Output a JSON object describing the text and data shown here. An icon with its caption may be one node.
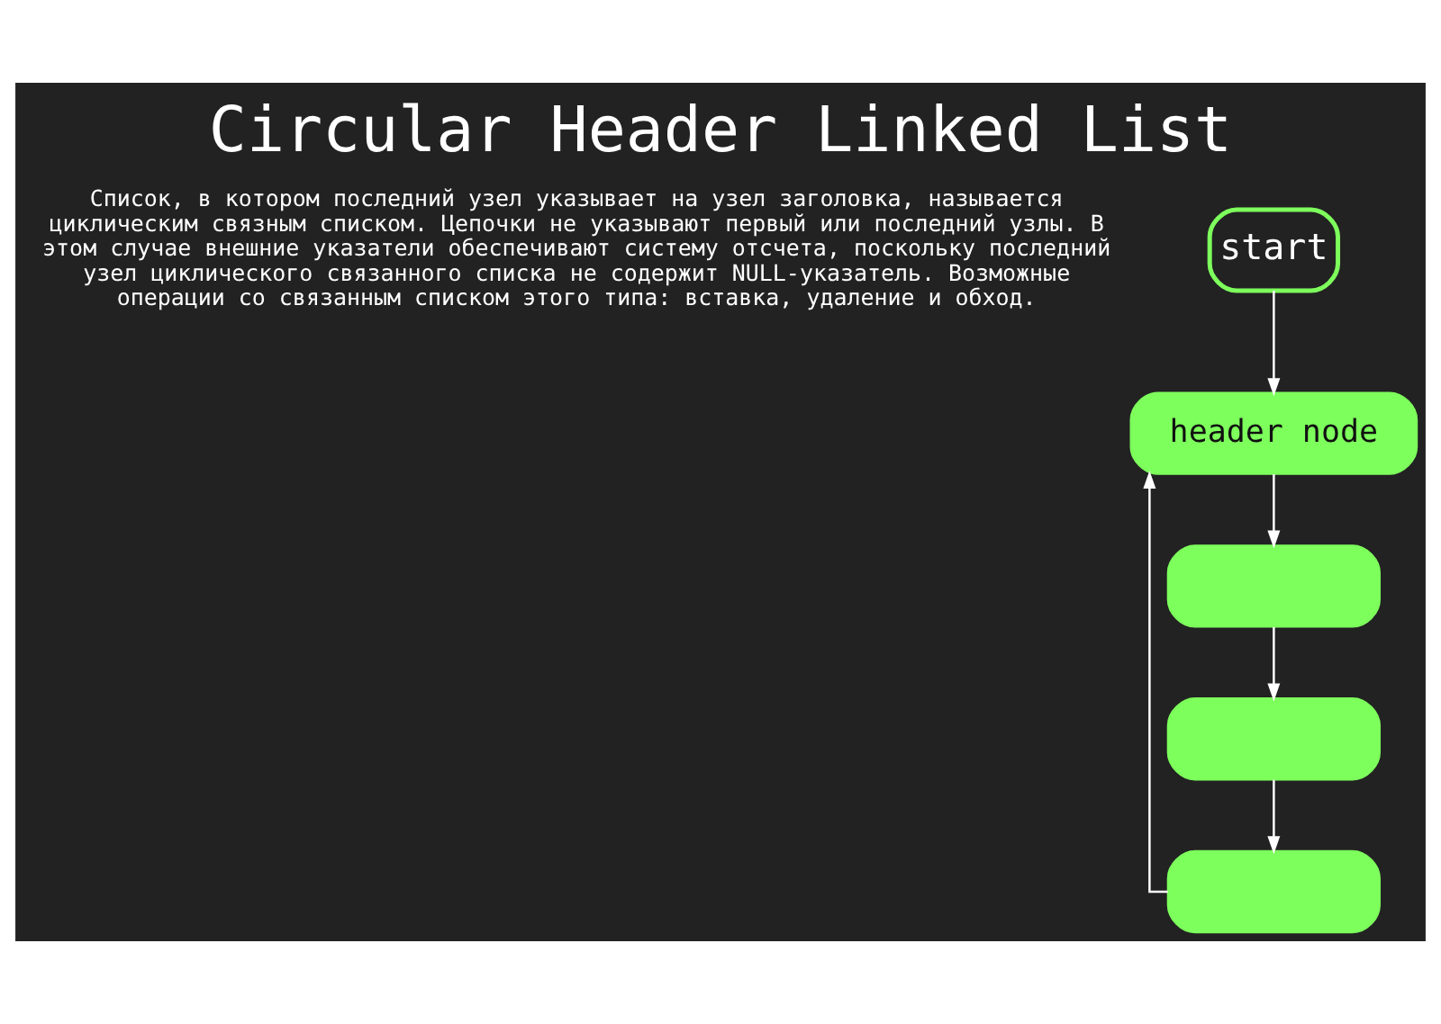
{
  "diagram": {
    "title": "Circular Header Linked List",
    "nodes": [
      {
        "text": [
          "start"
        ]
      },
      {
        "text": [
          "header node"
        ]
      },
      {
        "text": [],
        "shape": "box"
      },
      {
        "text": [],
        "shape": "box"
      },
      {
        "text": [],
        "shape": "box"
      }
    ],
    "edges": [
      {
        "from": 0,
        "to": 1,
        "arrow": "to"
      },
      {
        "from": 1,
        "to": 2,
        "arrow": "to"
      },
      {
        "from": 2,
        "to": 3,
        "arrow": "to"
      },
      {
        "from": 3,
        "to": 4,
        "arrow": "to"
      },
      {
        "from": 4,
        "to": 1,
        "arrow": "to"
      }
    ],
    "labels": [
      "Список, в котором последний узел указывает на узел заголовка, называется циклическим связным списком. Цепочки не указывают первый или последний узлы. В этом случае внешние указатели обеспечивают систему отсчета, поскольку последний узел циклического связанного списка не содержит NULL-указатель. Возможные операции со связанным списком этого типа: вставка, удаление и обход."
    ]
  }
}
